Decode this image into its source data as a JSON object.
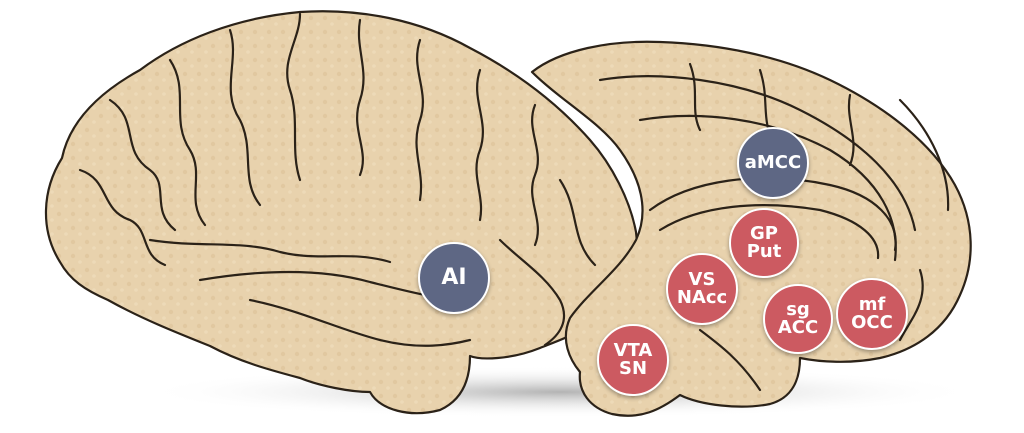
{
  "regions": [
    {
      "id": "ai",
      "lines": [
        "AI"
      ],
      "color": "#5e6784"
    },
    {
      "id": "amcc",
      "lines": [
        "aMCC"
      ],
      "color": "#5e6784"
    },
    {
      "id": "gp",
      "lines": [
        "GP",
        "Put"
      ],
      "color": "#cc5a61"
    },
    {
      "id": "vs",
      "lines": [
        "VS",
        "NAcc"
      ],
      "color": "#cc5a61"
    },
    {
      "id": "sg",
      "lines": [
        "sg",
        "ACC"
      ],
      "color": "#cc5a61"
    },
    {
      "id": "mf",
      "lines": [
        "mf",
        "OCC"
      ],
      "color": "#cc5a61"
    },
    {
      "id": "vta",
      "lines": [
        "VTA",
        "SN"
      ],
      "color": "#cc5a61"
    }
  ],
  "colors": {
    "brain_fill": "#e8d2ad",
    "brain_outline": "#2b2218",
    "shadow": "#c9c9c9",
    "blue_node": "#5e6784",
    "red_node": "#cc5a61"
  }
}
